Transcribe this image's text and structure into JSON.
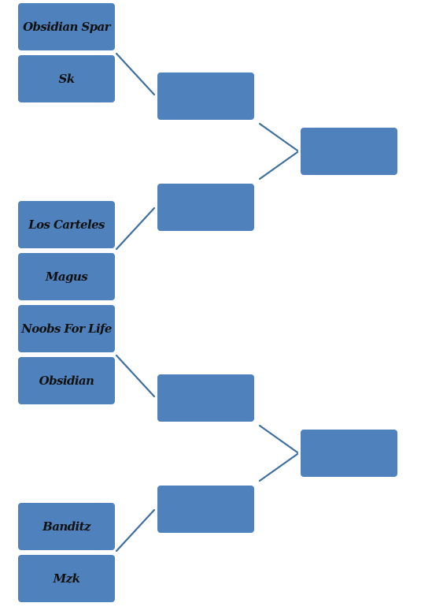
{
  "bracket": {
    "round1": [
      {
        "label": "Obsidian Spar"
      },
      {
        "label": "Sk"
      },
      {
        "label": "Los Carteles"
      },
      {
        "label": "Magus"
      },
      {
        "label": "Noobs For Life"
      },
      {
        "label": "Obsidian"
      },
      {
        "label": "Banditz"
      },
      {
        "label": "Mzk"
      }
    ],
    "round2": [
      {
        "label": ""
      },
      {
        "label": ""
      },
      {
        "label": ""
      },
      {
        "label": ""
      }
    ],
    "round3": [
      {
        "label": ""
      },
      {
        "label": ""
      }
    ]
  },
  "colors": {
    "box_fill": "#4f81bd",
    "connector": "#3f6fa0",
    "text": "#111111"
  }
}
